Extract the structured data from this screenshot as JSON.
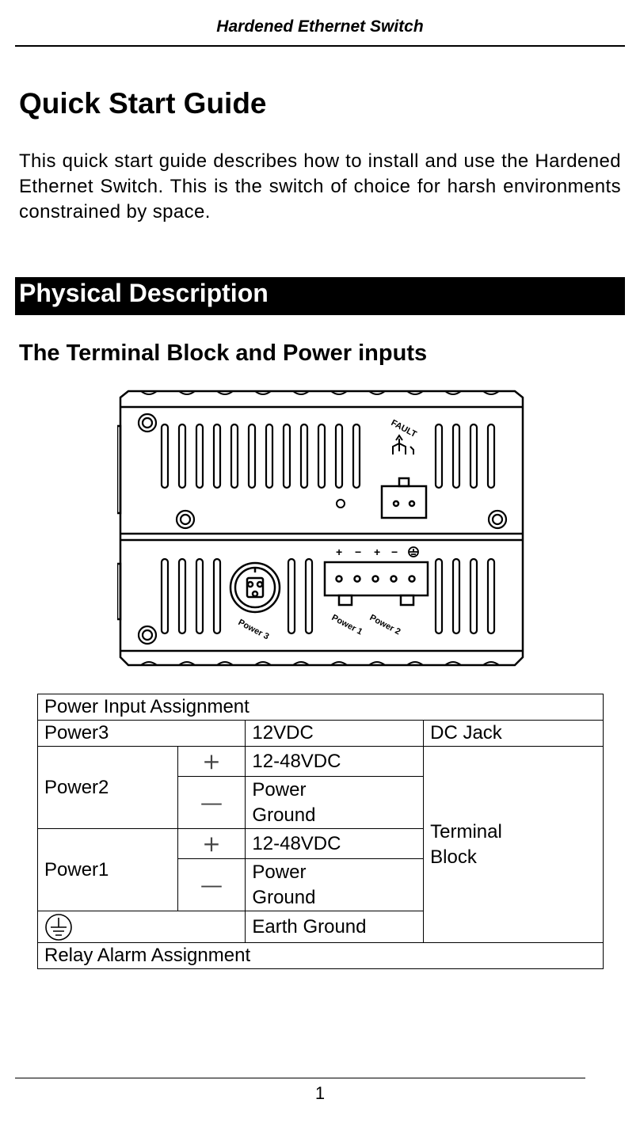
{
  "header": {
    "running_title": "Hardened Ethernet Switch"
  },
  "title": "Quick Start Guide",
  "intro": "This quick start guide describes how to install and use the Hardened Ethernet Switch. This is the switch of choice for harsh environments constrained by space.",
  "section": {
    "title": "Physical Description"
  },
  "subsection": {
    "title": "The Terminal Block and Power inputs"
  },
  "figure": {
    "fault_label": "FAULT",
    "polarity_labels": [
      "+",
      "−",
      "+",
      "−"
    ],
    "power3_label": "Power 3",
    "power1_label": "Power 1",
    "power2_label": "Power 2",
    "icons": [
      "fault-relay-icon",
      "earth-ground-icon"
    ]
  },
  "table": {
    "power_input_header": "Power Input Assignment",
    "power3": {
      "name": "Power3",
      "voltage": "12VDC",
      "connector": "DC Jack"
    },
    "power2": {
      "name": "Power2",
      "plus_symbol": "+",
      "plus_value": "12-48VDC",
      "minus_symbol": "—",
      "minus_value": "Power Ground"
    },
    "power1": {
      "name": "Power1",
      "plus_symbol": "+",
      "plus_value": "12-48VDC",
      "minus_symbol": "—",
      "minus_value": "Power Ground"
    },
    "earth": {
      "icon": "earth-ground-icon",
      "value": "Earth Ground"
    },
    "terminal_block": "Terminal Block",
    "relay_header": "Relay Alarm Assignment"
  },
  "footer": {
    "page_number": "1"
  }
}
